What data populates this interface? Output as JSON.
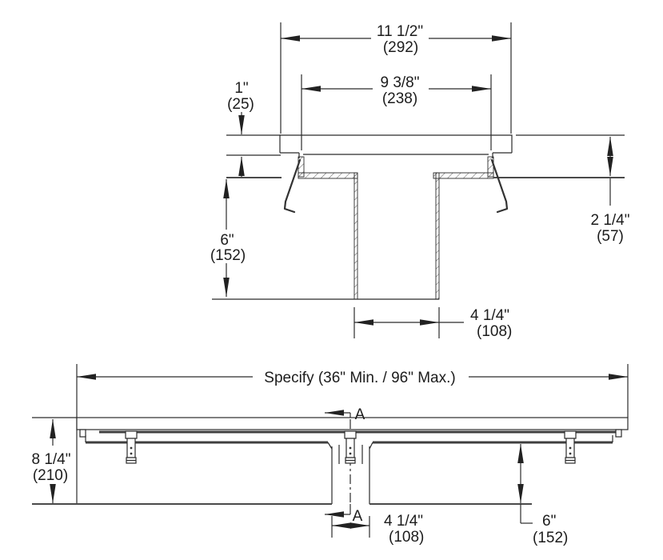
{
  "page": {
    "background": "#ffffff"
  },
  "cross_section_view": {
    "dim_overall_width": {
      "in": "11 1/2\"",
      "mm": "(292)"
    },
    "dim_grate_width": {
      "in": "9 3/8\"",
      "mm": "(238)"
    },
    "dim_frame_height": {
      "in": "1\"",
      "mm": "(25)"
    },
    "dim_top_to_floor": {
      "in": "2 1/4\"",
      "mm": "(57)"
    },
    "dim_outlet_depth": {
      "in": "6\"",
      "mm": "(152)"
    },
    "dim_outlet_width": {
      "in": "4 1/4\"",
      "mm": "(108)"
    }
  },
  "side_view": {
    "dim_length": "Specify (36\" Min. / 96\" Max.)",
    "dim_overall_height": {
      "in": "8 1/4\"",
      "mm": "(210)"
    },
    "dim_outlet_width": {
      "in": "4 1/4\"",
      "mm": "(108)"
    },
    "dim_outlet_to_end": {
      "in": "6\"",
      "mm": "(152)"
    },
    "section_label_top": "A",
    "section_label_bottom": "A"
  }
}
